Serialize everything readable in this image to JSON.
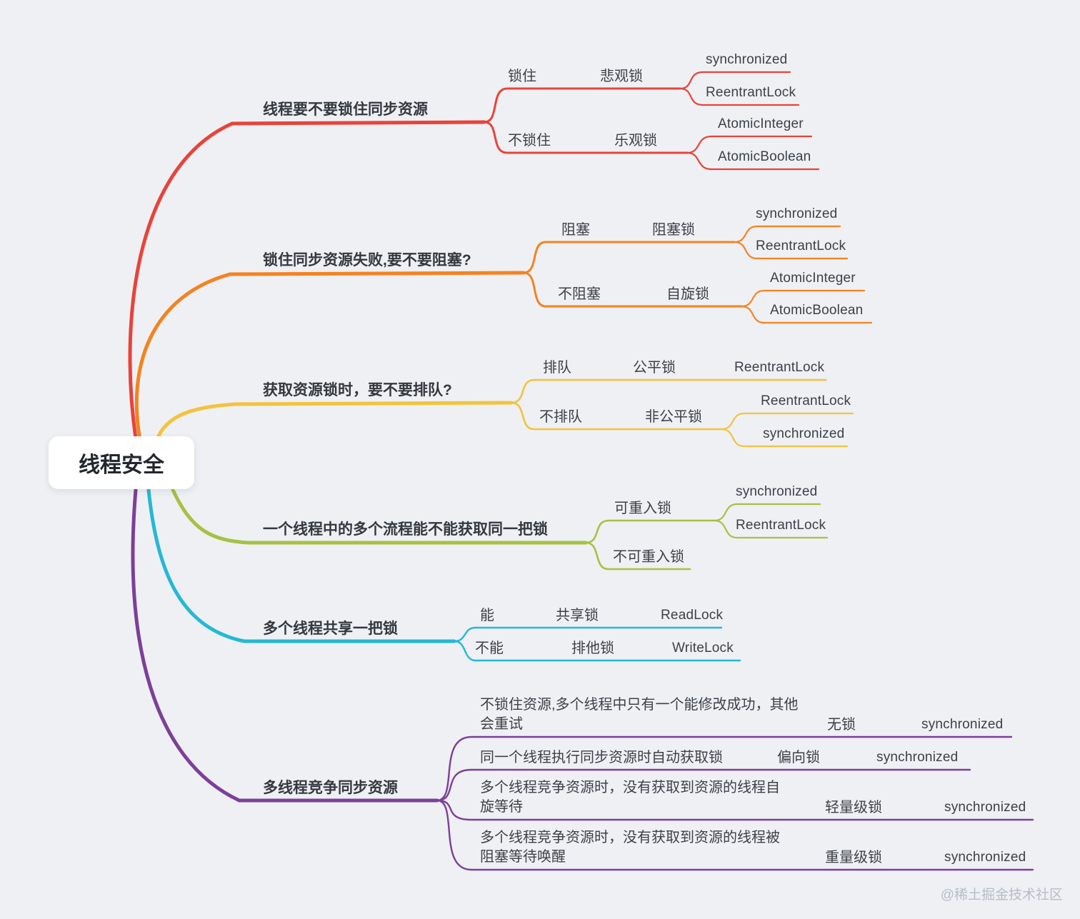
{
  "page": {
    "background": "#eef0f4",
    "text_color": "#3c4148"
  },
  "root": {
    "label": "线程安全"
  },
  "watermark": "@稀土掘金技术社区",
  "branches": [
    {
      "label": "线程要不要锁住同步资源",
      "color": "#e8433a",
      "children": [
        {
          "label": "锁住",
          "category": "悲观锁",
          "impls": [
            "synchronized",
            "ReentrantLock"
          ]
        },
        {
          "label": "不锁住",
          "category": "乐观锁",
          "impls": [
            "AtomicInteger",
            "AtomicBoolean"
          ]
        }
      ]
    },
    {
      "label": "锁住同步资源失败,要不要阻塞?",
      "color": "#f58220",
      "children": [
        {
          "label": "阻塞",
          "category": "阻塞锁",
          "impls": [
            "synchronized",
            "ReentrantLock"
          ]
        },
        {
          "label": "不阻塞",
          "category": "自旋锁",
          "impls": [
            "AtomicInteger",
            "AtomicBoolean"
          ]
        }
      ]
    },
    {
      "label": "获取资源锁时，要不要排队?",
      "color": "#f3c33c",
      "children": [
        {
          "label": "排队",
          "category": "公平锁",
          "impls": [
            "ReentrantLock"
          ]
        },
        {
          "label": "不排队",
          "category": "非公平锁",
          "impls": [
            "ReentrantLock",
            "synchronized"
          ]
        }
      ]
    },
    {
      "label": "一个线程中的多个流程能不能获取同一把锁",
      "color": "#a6c143",
      "children": [
        {
          "label": "可重入锁",
          "impls": [
            "synchronized",
            "ReentrantLock"
          ]
        },
        {
          "label": "不可重入锁",
          "impls": []
        }
      ]
    },
    {
      "label": "多个线程共享一把锁",
      "color": "#24b8d5",
      "children": [
        {
          "label": "能",
          "category": "共享锁",
          "impls": [
            "ReadLock"
          ]
        },
        {
          "label": "不能",
          "category": "排他锁",
          "impls": [
            "WriteLock"
          ]
        }
      ]
    },
    {
      "label": "多线程竞争同步资源",
      "color": "#7d3f98",
      "children": [
        {
          "label": "不锁住资源,多个线程中只有一个能修改成功，其他会重试",
          "category": "无锁",
          "impls": [
            "synchronized"
          ]
        },
        {
          "label": "同一个线程执行同步资源时自动获取锁",
          "category": "偏向锁",
          "impls": [
            "synchronized"
          ]
        },
        {
          "label": "多个线程竞争资源时，没有获取到资源的线程自旋等待",
          "category": "轻量级锁",
          "impls": [
            "synchronized"
          ]
        },
        {
          "label": "多个线程竞争资源时，没有获取到资源的线程被阻塞等待唤醒",
          "category": "重量级锁",
          "impls": [
            "synchronized"
          ]
        }
      ]
    }
  ]
}
